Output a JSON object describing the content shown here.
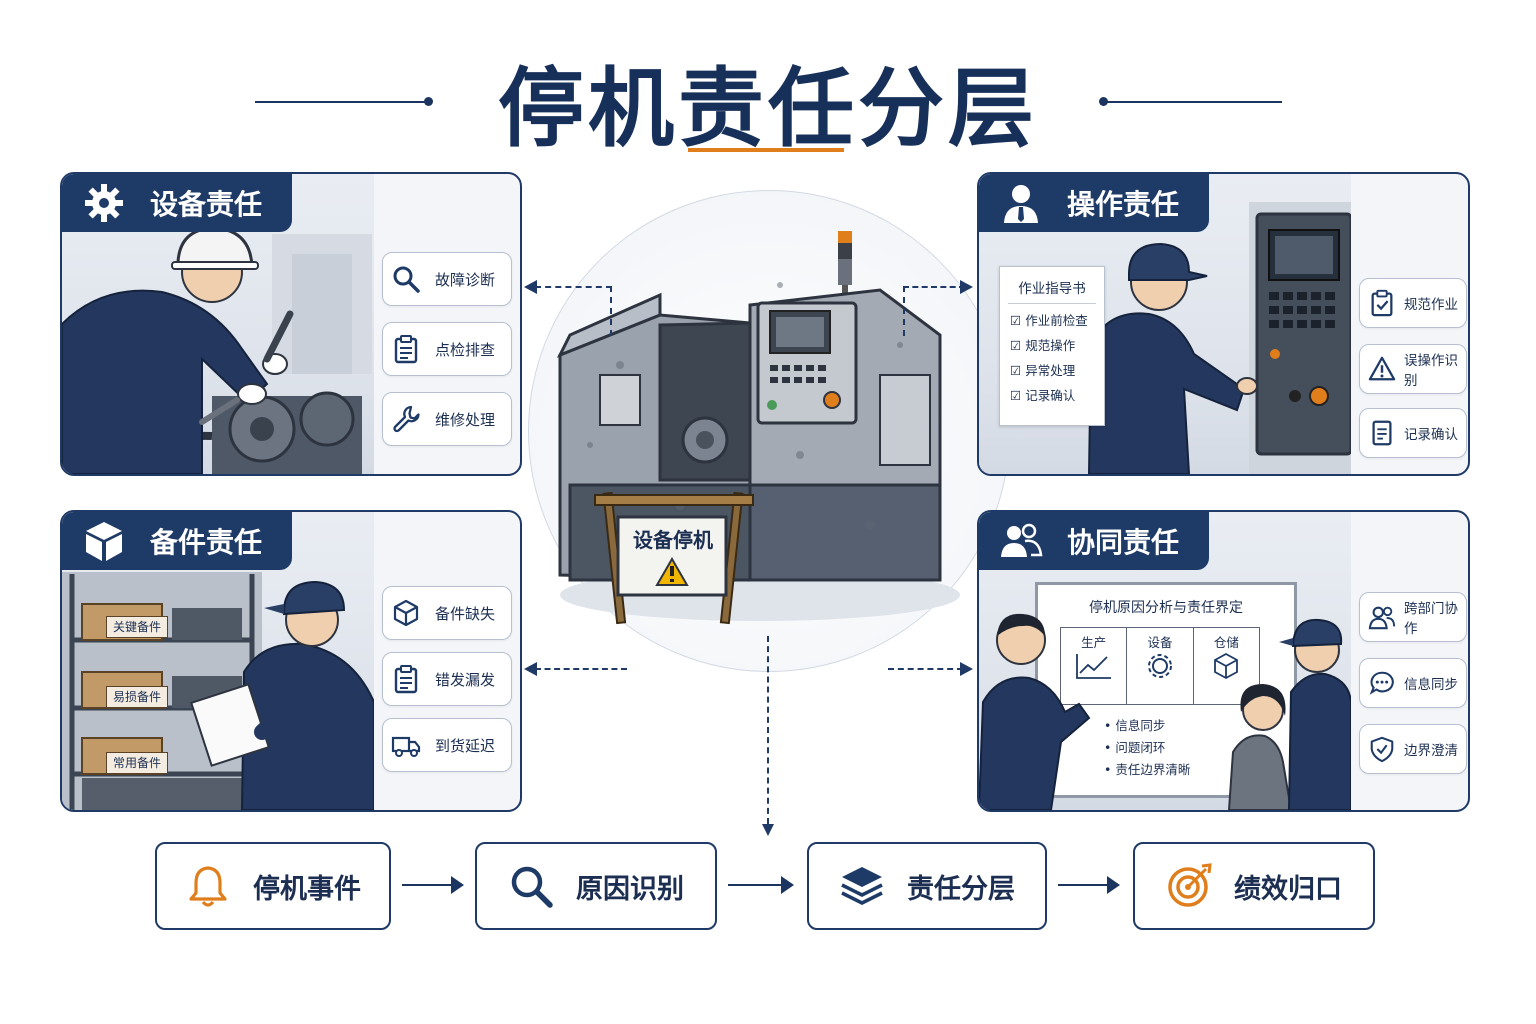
{
  "title": "停机责任分层",
  "center": {
    "sign": "设备停机"
  },
  "panels": {
    "equipment": {
      "title": "设备责任",
      "items": [
        "故障诊断",
        "点检排查",
        "维修处理"
      ]
    },
    "operation": {
      "title": "操作责任",
      "items": [
        "规范作业",
        "误操作识别",
        "记录确认"
      ],
      "instruction_sheet": {
        "title": "作业指导书",
        "items": [
          "作业前检查",
          "规范操作",
          "异常处理",
          "记录确认"
        ]
      }
    },
    "spares": {
      "title": "备件责任",
      "items": [
        "备件缺失",
        "错发漏发",
        "到货延迟"
      ],
      "shelf_labels": [
        "关键备件",
        "易损备件",
        "常用备件"
      ]
    },
    "collab": {
      "title": "协同责任",
      "items": [
        "跨部门协作",
        "信息同步",
        "边界澄清"
      ],
      "board": {
        "title": "停机原因分析与责任界定",
        "columns": [
          "生产",
          "设备",
          "仓储"
        ],
        "bullets": [
          "信息同步",
          "问题闭环",
          "责任边界清晰"
        ]
      }
    }
  },
  "flow": [
    "停机事件",
    "原因识别",
    "责任分层",
    "绩效归口"
  ],
  "colors": {
    "navy": "#1e3a66",
    "accent": "#e07e1c",
    "panel_bg": "#f3f5f9"
  }
}
